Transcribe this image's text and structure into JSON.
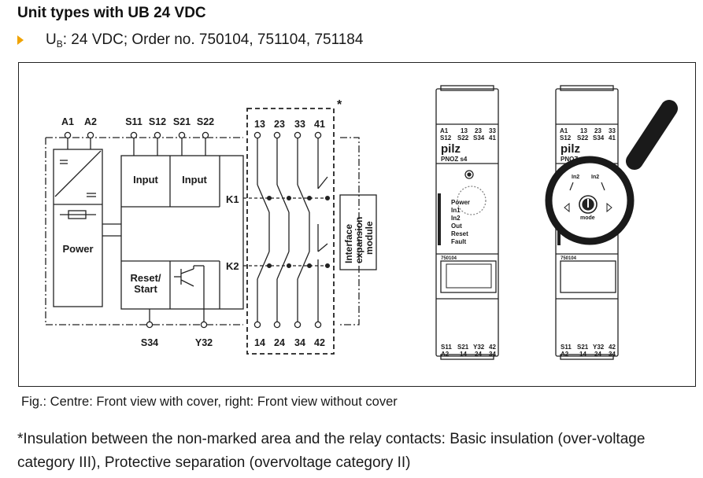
{
  "heading": "Unit types with UB 24 VDC",
  "spec": {
    "u_main": "U",
    "u_sub": "B",
    "text": ": 24 VDC; Order no. 750104, 751104, 751184"
  },
  "diagram": {
    "top_terminals": [
      "A1",
      "A2",
      "S11",
      "S12",
      "S21",
      "S22"
    ],
    "contact_top": [
      "13",
      "23",
      "33",
      "41"
    ],
    "contact_bottom": [
      "14",
      "24",
      "34",
      "42"
    ],
    "bottom_terminals": [
      "S34",
      "Y32"
    ],
    "asterisk": "*",
    "input1": "Input",
    "input2": "Input",
    "power": "Power",
    "reset_line1": "Reset/",
    "reset_line2": "Start",
    "k1": "K1",
    "k2": "K2",
    "interface_line1": "Interface",
    "interface_line2": "expansion",
    "interface_line3": "module"
  },
  "device": {
    "top_row1": [
      "A1",
      "13",
      "23",
      "33"
    ],
    "top_row2": [
      "S12",
      "S22",
      "S34",
      "41"
    ],
    "brand": "pilz",
    "model": "PNOZ s4",
    "model_partial": "PNOZ s",
    "leds": [
      "Power",
      "In1",
      "In2",
      "Out",
      "Reset",
      "Fault"
    ],
    "order_tag": "750104",
    "bottom_row1": [
      "S11",
      "S21",
      "Y32",
      "42"
    ],
    "bottom_row2": [
      "A2",
      "14",
      "24",
      "34"
    ],
    "mode_labels": [
      "In2",
      "In2",
      "mode"
    ]
  },
  "caption": "Fig.: Centre: Front view with cover, right: Front view without cover",
  "footnote": "*Insulation between the non-marked area and the relay contacts: Basic insulation (over-voltage category III), Protective separation (overvoltage category II)",
  "colors": {
    "bullet": "#f0a300",
    "line": "#222222"
  }
}
